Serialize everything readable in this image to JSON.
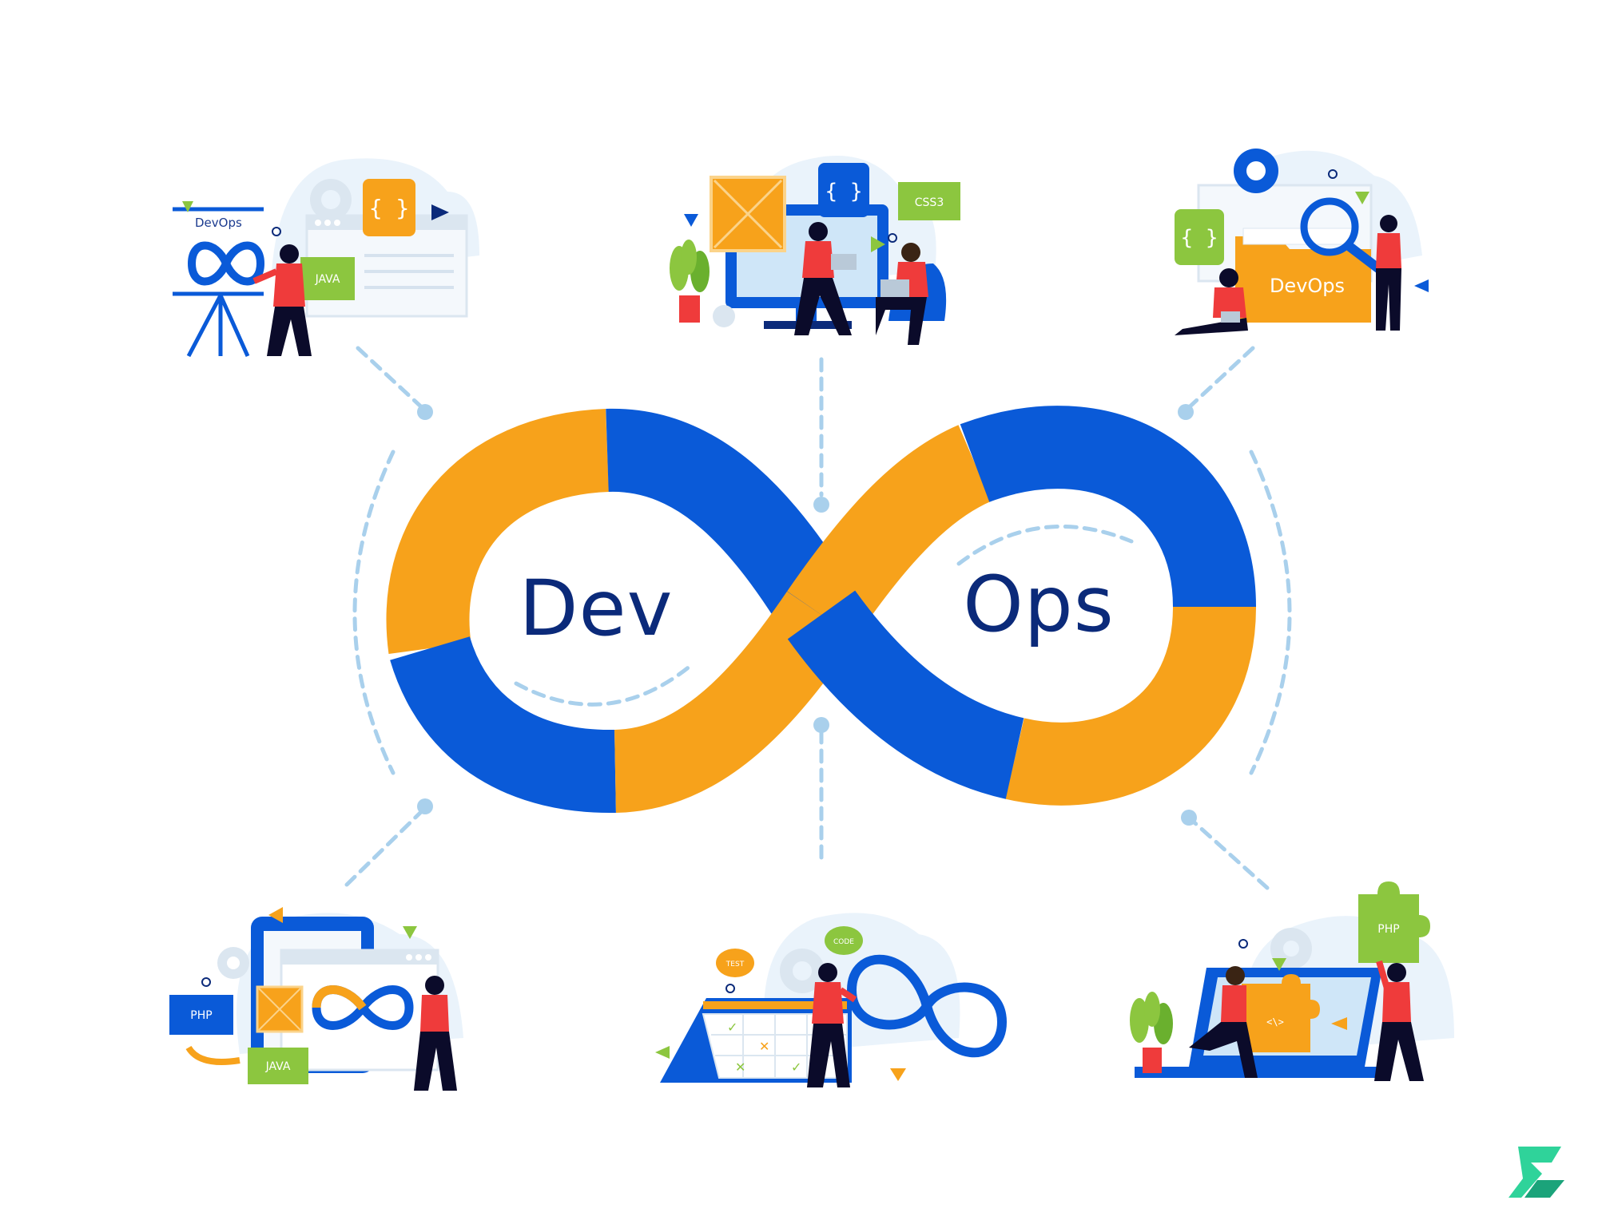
{
  "center": {
    "word_left": "Dev",
    "word_right": "Ops"
  },
  "scenes": {
    "top_left": {
      "board_title": "DevOps",
      "card_label": "JAVA"
    },
    "top_center": {
      "card_label": "CSS3"
    },
    "top_right": {
      "folder_label": "DevOps"
    },
    "bottom_left": {
      "card_php": "PHP",
      "card_java": "JAVA"
    },
    "bottom_center": {
      "bubble_test": "TEST",
      "bubble_code": "CODE"
    },
    "bottom_right": {
      "puzzle_label": "PHP",
      "code_glyph": "<\\>"
    }
  },
  "colors": {
    "orange": "#f7a21b",
    "blue": "#0a5ad8",
    "navy": "#0b2a7a",
    "green": "#8cc63f",
    "red": "#ef3b3b",
    "dotted": "#a9d0ec",
    "logo": "#2fd39a"
  },
  "icons": [
    "infinity-icon",
    "gear-icon",
    "braces-icon",
    "magnifier-icon",
    "puzzle-icon",
    "calendar-icon",
    "plant-icon",
    "laptop-icon",
    "folder-icon",
    "logo-icon"
  ]
}
